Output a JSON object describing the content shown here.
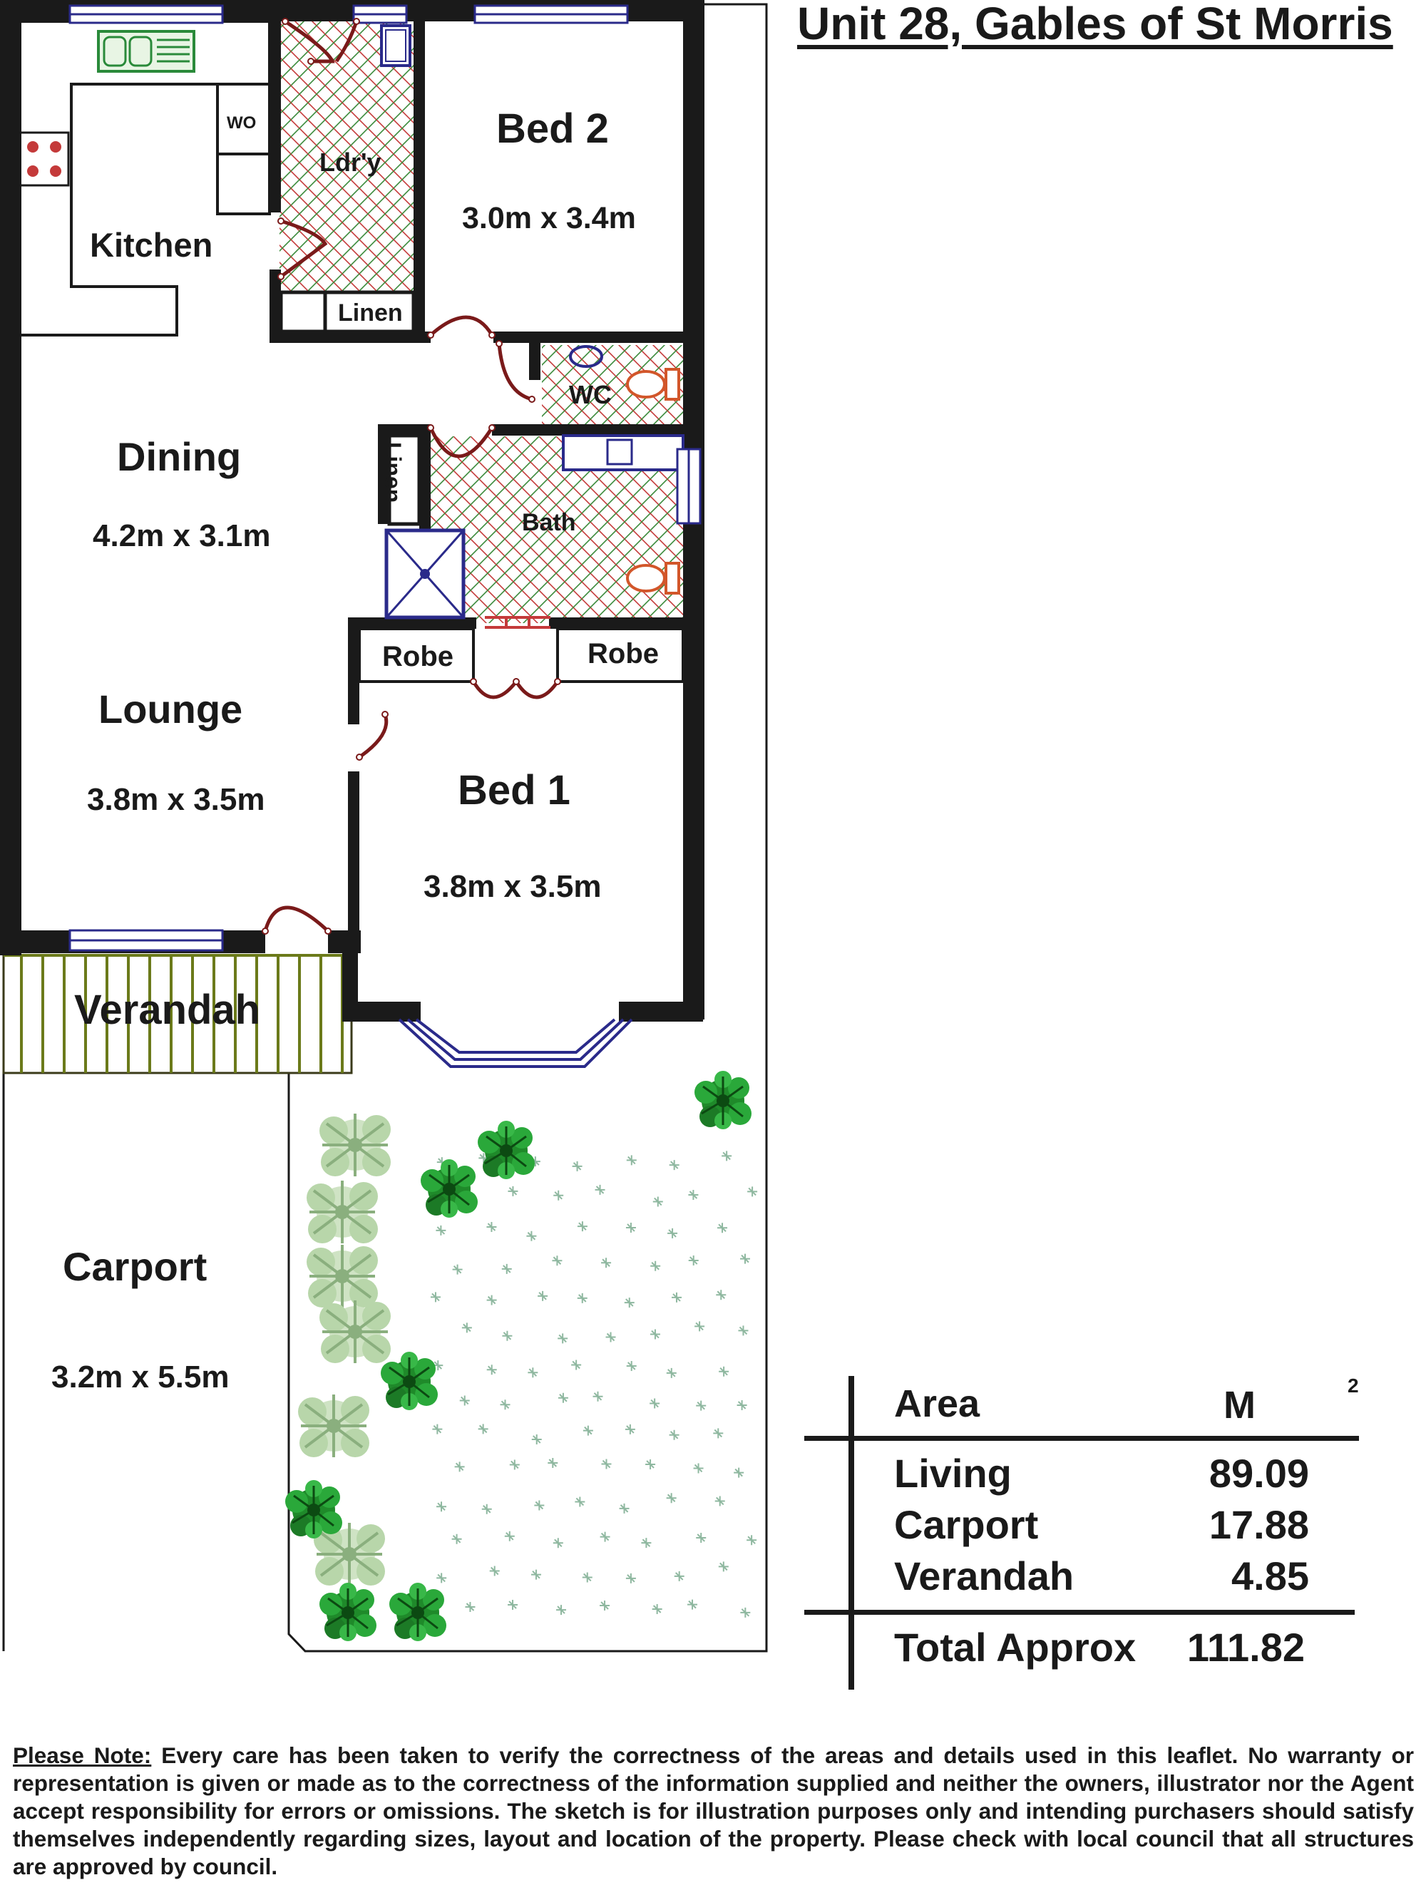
{
  "title": "Unit 28, Gables of St Morris",
  "rooms": {
    "kitchen": "Kitchen",
    "wo": "WO",
    "laundry": "Ldr'y",
    "linen_top": "Linen",
    "bed2": "Bed 2",
    "bed2_size": "3.0m x 3.4m",
    "wc": "WC",
    "dining": "Dining",
    "dining_size": "4.2m x 3.1m",
    "linen_side": "Linen",
    "bath": "Bath",
    "robe_left": "Robe",
    "robe_right": "Robe",
    "lounge": "Lounge",
    "lounge_size": "3.8m x 3.5m",
    "bed1": "Bed 1",
    "bed1_size": "3.8m x 3.5m",
    "verandah": "Verandah",
    "carport": "Carport",
    "carport_size": "3.2m x 5.5m"
  },
  "area_table": {
    "header_label": "Area",
    "header_unit": "M",
    "header_unit_sup": "2",
    "rows": [
      {
        "label": "Living",
        "value": "89.09"
      },
      {
        "label": "Carport",
        "value": "17.88"
      },
      {
        "label": "Verandah",
        "value": "4.85"
      }
    ],
    "total_label": "Total Approx",
    "total_value": "111.82"
  },
  "note": {
    "heading": "Please Note:",
    "text": "Every care has been taken to verify the correctness of the areas and details used in this leaflet. No warranty or representation is given or made as to the correctness of the information supplied and neither the owners, illustrator nor the Agent accept responsibility for errors or omissions. The sketch is for illustration purposes only and intending purchasers should satisfy themselves independently regarding sizes, layout and location of the property. Please check with local council that all structures are approved by council."
  },
  "colors": {
    "wall": "#1a1a1a",
    "window": "#2a2a8a",
    "door": "#7a1a1a",
    "tile_red": "#c43a3a",
    "tile_green": "#3a8a3a",
    "verandah": "#6b7a1a",
    "shrub_dark": "#1f8a2a",
    "shrub_light": "#9bbf8a",
    "fixture_orange": "#d2562a"
  },
  "icons": [
    "sink-icon",
    "cooktop-icon",
    "toilet-icon",
    "basin-icon",
    "shower-icon",
    "shrub-icon",
    "grass-tuft-icon"
  ]
}
